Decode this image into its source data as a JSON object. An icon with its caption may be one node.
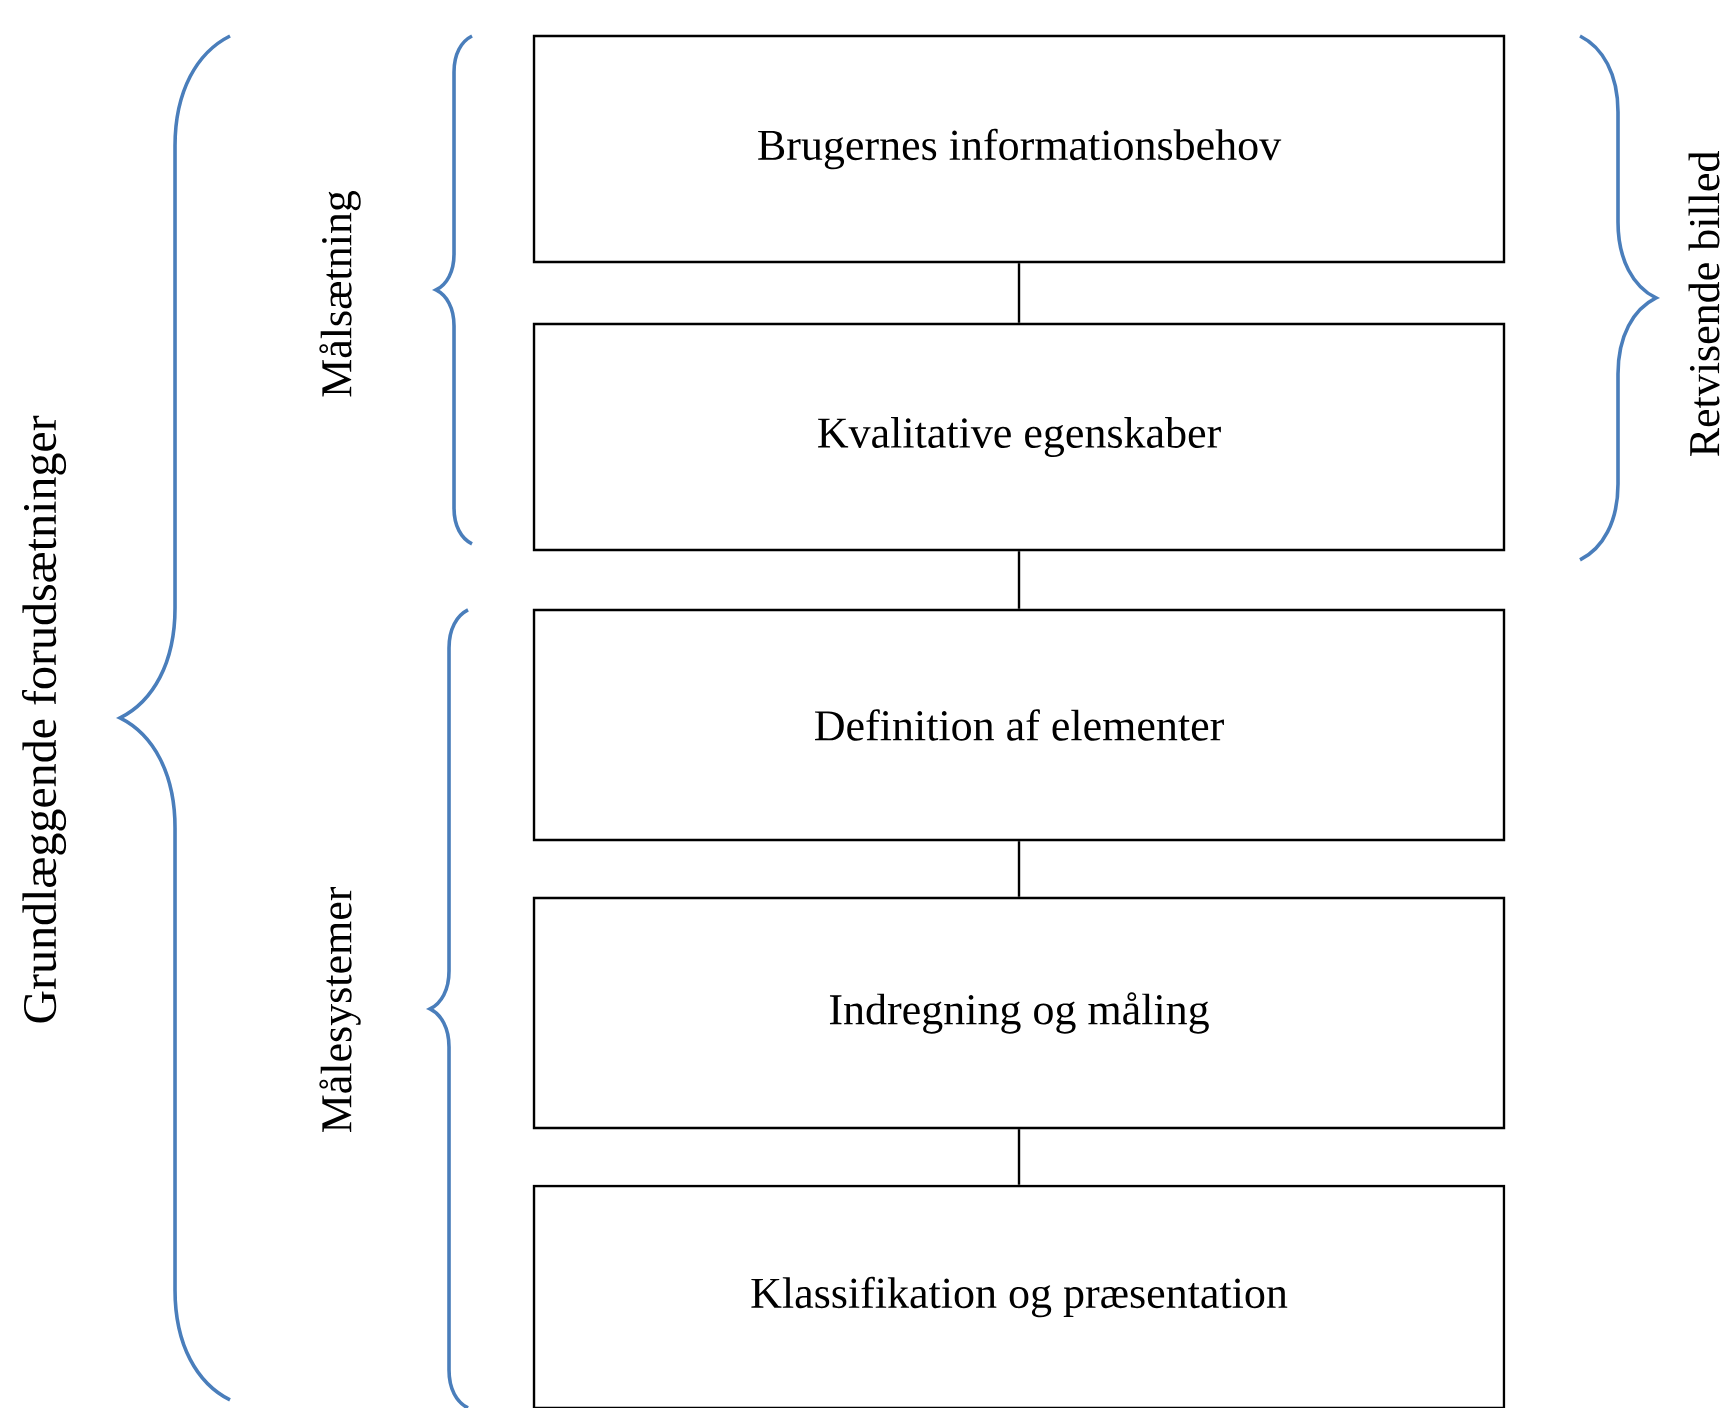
{
  "diagram": {
    "nodes": [
      {
        "text": [
          "Brugernes informationsbehov"
        ]
      },
      {
        "text": [
          "Kvalitative egenskaber"
        ]
      },
      {
        "text": [
          "Definition af elementer"
        ]
      },
      {
        "text": [
          "Indregning og måling"
        ]
      },
      {
        "text": [
          "Klassifikation og præsentation"
        ]
      }
    ],
    "edges": [
      {
        "from": 0,
        "to": 1,
        "arrow": "none"
      },
      {
        "from": 1,
        "to": 2,
        "arrow": "none"
      },
      {
        "from": 2,
        "to": 3,
        "arrow": "none"
      },
      {
        "from": 3,
        "to": 4,
        "arrow": "none"
      }
    ],
    "labels": [
      "Grundlæggende forudsætninger",
      "Målsætning",
      "Målesystemer",
      "Retvisende billed"
    ]
  }
}
